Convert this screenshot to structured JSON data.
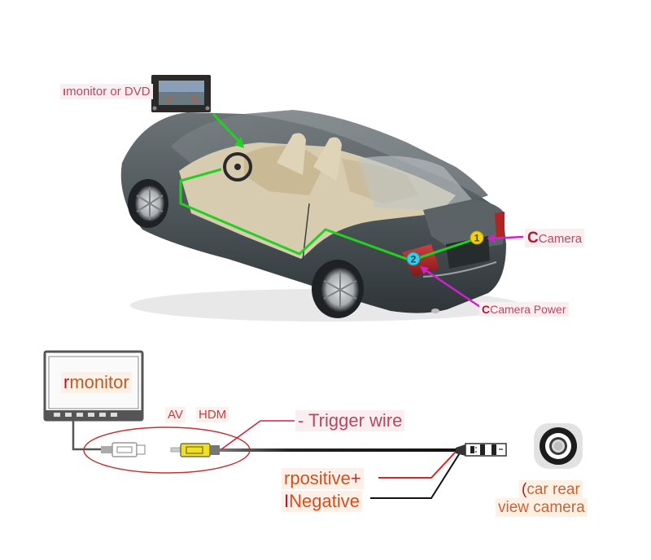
{
  "diagram": {
    "type": "car rear view camera wiring diagram",
    "colors": {
      "wire_route_green": "#22d022",
      "pointer_magenta": "#d020d0",
      "trigger_red": "#cc2244",
      "positive_red": "#dd2020",
      "negative_black": "#111111",
      "car_body": "#4f575c",
      "interior_beige": "#d8ccb0",
      "badge_1": "#f2d20c",
      "badge_2": "#3ccbe6"
    },
    "top_section": {
      "monitor_label": "monitor or DVD",
      "monitor_label_prefix": "ı",
      "camera_label_prefix": "C",
      "camera_label": "Camera",
      "camera_power_label_prefix": "C",
      "camera_power_label": "Camera Power",
      "badges": [
        {
          "id": "badge-1",
          "text": "1",
          "meaning": "Camera"
        },
        {
          "id": "badge-2",
          "text": "2",
          "meaning": "Camera Power"
        }
      ]
    },
    "bottom_section": {
      "monitor_label_prefix": "r",
      "monitor_label": "monitor",
      "av_label": "AV",
      "hdmi_label": "HDM",
      "trigger_label": "- Trigger wire",
      "positive_label_prefix": "r",
      "positive_label": "positive",
      "positive_sign": "+",
      "negative_label_prefix": "I",
      "negative_label": "Negative",
      "camera_label_line1": "car rear",
      "camera_label_line1_prefix": "(",
      "camera_label_line2": "view camera"
    }
  }
}
